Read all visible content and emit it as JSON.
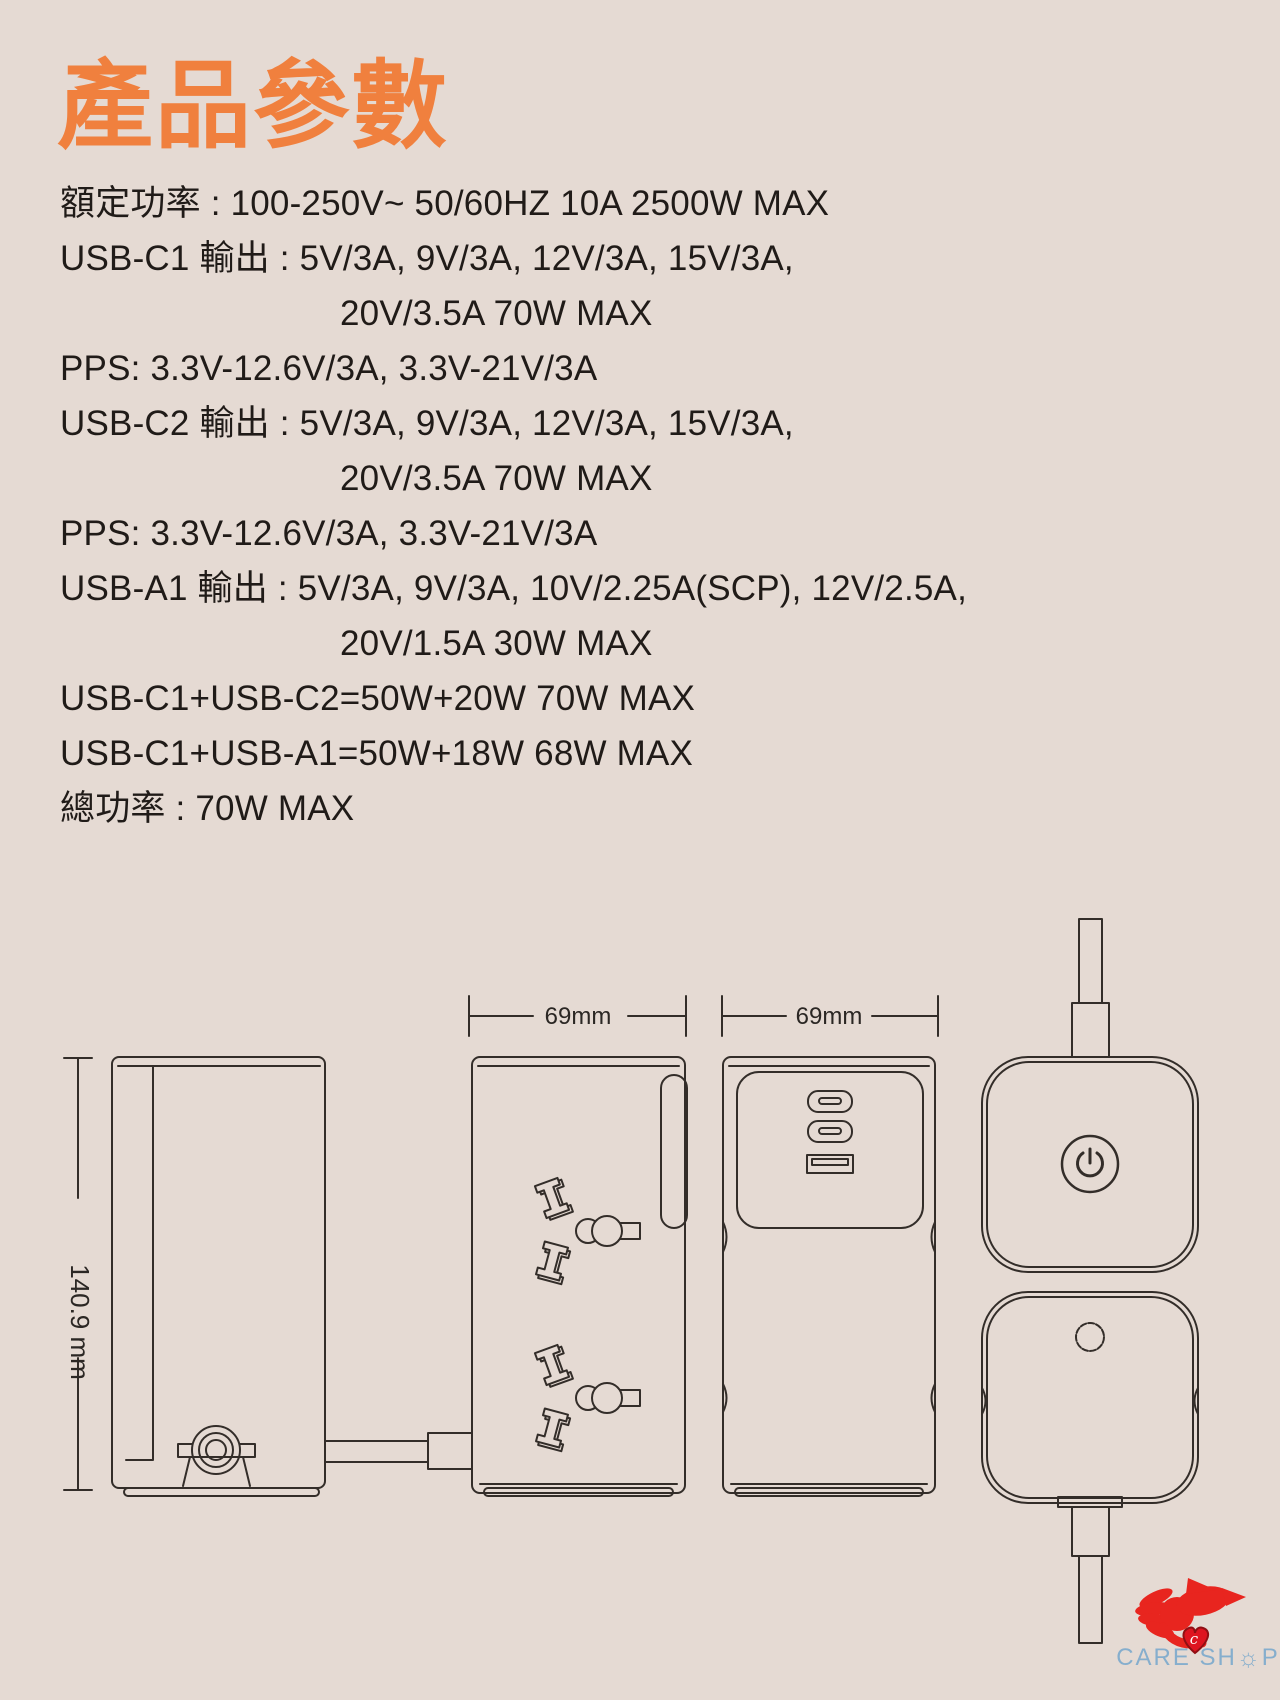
{
  "title": "產品參數",
  "specs": {
    "lines": [
      "額定功率 : 100-250V~ 50/60HZ 10A 2500W MAX",
      "USB-C1 輸出 : 5V/3A, 9V/3A, 12V/3A, 15V/3A,",
      "20V/3.5A 70W MAX",
      "PPS: 3.3V-12.6V/3A, 3.3V-21V/3A",
      "USB-C2 輸出 : 5V/3A, 9V/3A, 12V/3A, 15V/3A,",
      "20V/3.5A 70W MAX",
      "PPS: 3.3V-12.6V/3A, 3.3V-21V/3A",
      "USB-A1 輸出 : 5V/3A, 9V/3A, 10V/2.25A(SCP), 12V/2.5A,",
      "20V/1.5A 30W MAX",
      "USB-C1+USB-C2=50W+20W 70W MAX",
      "USB-C1+USB-A1=50W+18W 68W MAX",
      "總功率 : 70W MAX"
    ]
  },
  "dimensions": {
    "socket_face_width": "69mm",
    "usb_face_width": "69mm",
    "height": "140.9 mm"
  },
  "logo": {
    "name": "CARE SHOP",
    "text_prefix": "CARE SH",
    "sun_glyph": "☼",
    "text_suffix": "P",
    "heart_letter": "c"
  },
  "colors": {
    "background": "#e5dad3",
    "accent_orange": "#f0803e",
    "text": "#201b18",
    "line_art": "#332d29",
    "logo_red": "#e8251f",
    "logo_blue": "#86aecd"
  }
}
